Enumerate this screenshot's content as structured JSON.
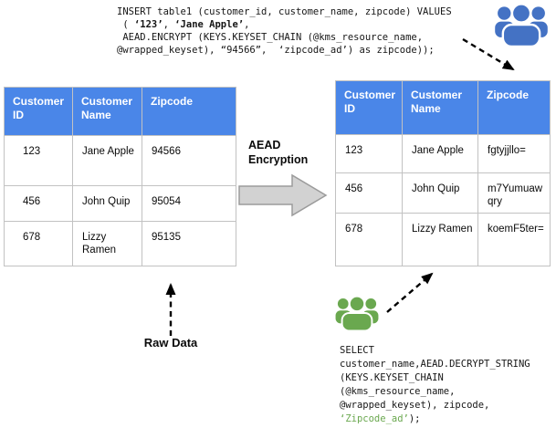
{
  "colors": {
    "table_header_bg": "#4a86e8",
    "header_text": "#ffffff",
    "people_blue": "#4472c4",
    "people_green": "#6aa84f",
    "sql_green": "#6aa84f",
    "block_arrow_fill": "#d2d2d2",
    "block_arrow_stroke": "#9b9b9b"
  },
  "insert_sql": {
    "lines": [
      [
        {
          "t": "INSERT table1 (customer_id, customer_name, zipcode) VALUES"
        }
      ],
      [
        {
          "t": " ( "
        },
        {
          "t": "‘123’",
          "b": true
        },
        {
          "t": ", "
        },
        {
          "t": "‘Jane Apple’",
          "b": true
        },
        {
          "t": ","
        }
      ],
      [
        {
          "t": " AEAD.ENCRYPT (KEYS.KEYSET_CHAIN (@kms_resource_name,"
        }
      ],
      [
        {
          "t": "@wrapped_keyset), “94566”,  ‘zipcode_ad’) as zipcode));"
        }
      ]
    ]
  },
  "select_sql": {
    "lines": [
      [
        {
          "t": "SELECT"
        }
      ],
      [
        {
          "t": "customer_name,AEAD.DECRYPT_STRING"
        }
      ],
      [
        {
          "t": "(KEYS.KEYSET_CHAIN"
        }
      ],
      [
        {
          "t": "(@kms_resource_name,"
        }
      ],
      [
        {
          "t": "@wrapped_keyset), zipcode,"
        }
      ],
      [
        {
          "t": "‘Zipcode_ad’",
          "c": "sql_green"
        },
        {
          "t": ");"
        }
      ]
    ]
  },
  "left_table": {
    "headers": [
      "Customer ID",
      "Customer Name",
      "Zipcode"
    ],
    "rows": [
      [
        "123",
        "Jane Apple",
        "94566"
      ],
      [
        "456",
        "John Quip",
        "95054"
      ],
      [
        "678",
        "Lizzy Ramen",
        "95135"
      ]
    ]
  },
  "right_table": {
    "headers": [
      "Customer ID",
      "Customer Name",
      "Zipcode"
    ],
    "rows": [
      [
        "123",
        "Jane Apple",
        "fgtyjjllo="
      ],
      [
        "456",
        "John Quip",
        "m7Yumuawqry"
      ],
      [
        "678",
        "Lizzy Ramen",
        "koemF5ter="
      ]
    ]
  },
  "labels": {
    "aead_encryption": "AEAD Encryption",
    "raw_data": "Raw Data"
  }
}
